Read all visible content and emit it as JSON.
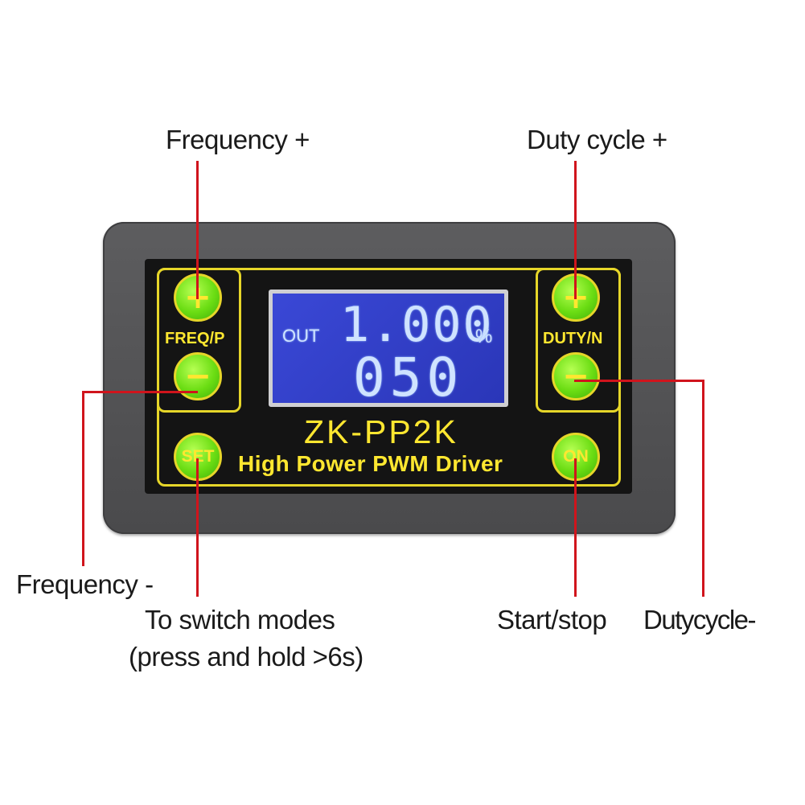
{
  "callouts": {
    "frequency_plus": "Frequency +",
    "duty_plus": "Duty cycle +",
    "frequency_minus": "Frequency -",
    "switch_modes_line1": "To switch modes",
    "switch_modes_line2": "(press and hold >6s)",
    "start_stop": "Start/stop",
    "duty_minus": "Dutycycle-"
  },
  "device": {
    "freq_label": "FREQ/P",
    "duty_label": "DUTY/N",
    "model": "ZK-PP2K",
    "subtitle": "High Power PWM Driver",
    "buttons": {
      "freq_plus": "+",
      "freq_minus": "−",
      "duty_plus": "+",
      "duty_minus": "−",
      "set": "SET",
      "on": "ON"
    }
  },
  "display": {
    "out_label": "OUT",
    "line1": "1.000",
    "unit": "%",
    "line2": "050"
  },
  "colors": {
    "callout_line": "#d0141c",
    "button_green": "#6bdd13",
    "trace_yellow": "#e6d629",
    "lcd_blue": "#2f3cc4"
  }
}
